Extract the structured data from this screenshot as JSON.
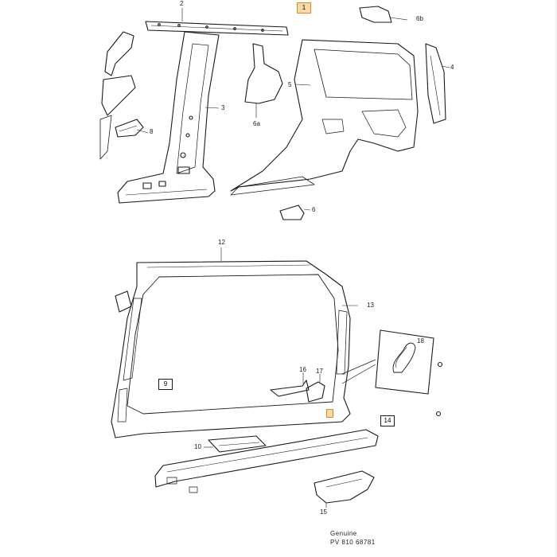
{
  "callouts": {
    "c1": "1",
    "c2": "2",
    "c3": "3",
    "c4": "4",
    "c5": "5",
    "c6": "6",
    "c6a": "6a",
    "c6b": "6b",
    "c8": "8",
    "c9": "9",
    "c10": "10",
    "c12": "12",
    "c13": "13",
    "c14": "14",
    "c15": "15",
    "c16": "16",
    "c17": "17",
    "c18": "18"
  },
  "footer": {
    "line1": "Genuine",
    "line2": "PV 810 68781"
  },
  "colors": {
    "line": "#1a1a1a",
    "highlight": "#fbd9a6",
    "highlight_border": "#e08a1e"
  }
}
